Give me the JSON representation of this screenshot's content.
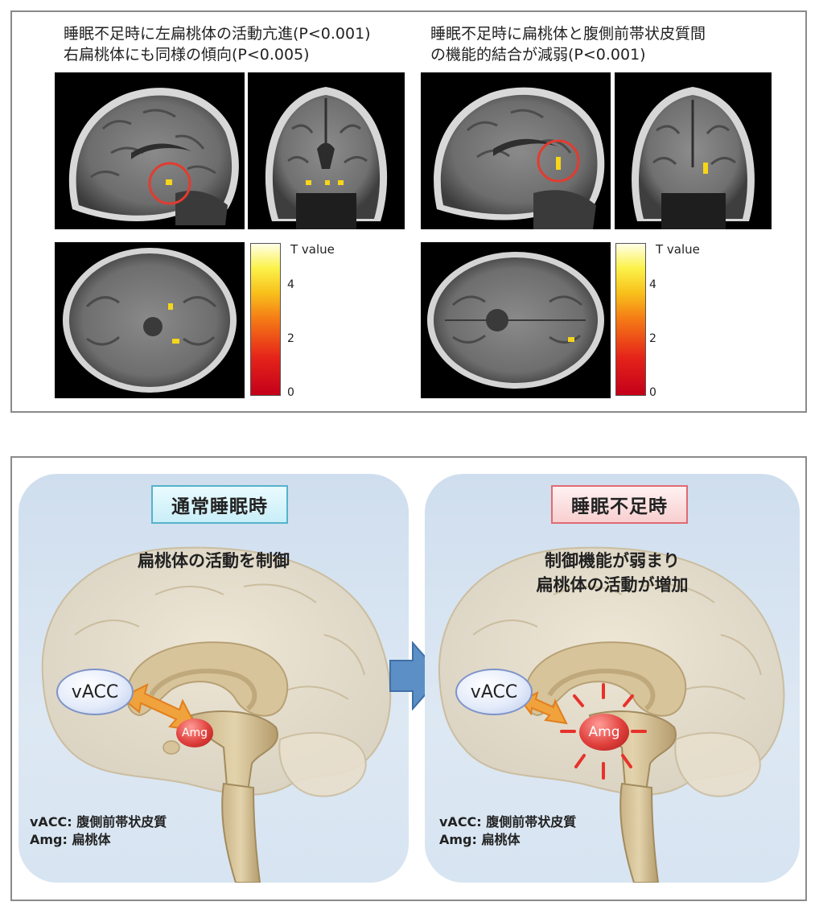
{
  "top": {
    "left_caption": [
      "睡眠不足時に左扁桃体の活動亢進(P<0.001)",
      "右扁桃体にも同様の傾向(P<0.005)"
    ],
    "right_caption": [
      "睡眠不足時に扁桃体と腹側前帯状皮質間",
      "の機能的結合が減弱(P<0.001)"
    ],
    "colorbar": {
      "title": "T value",
      "ticks": [
        "4",
        "2",
        "0"
      ]
    }
  },
  "bottom": {
    "normal": {
      "title": "通常睡眠時",
      "description": [
        "扁桃体の活動を制御"
      ],
      "vacc_label": "vACC",
      "amg_label": "Amg",
      "legend": {
        "vacc": "vACC:",
        "vacc_def": "腹側前帯状皮質",
        "amg": "Amg:",
        "amg_def": "扁桃体"
      }
    },
    "deprived": {
      "title": "睡眠不足時",
      "description": [
        "制御機能が弱まり",
        "扁桃体の活動が増加"
      ],
      "vacc_label": "vACC",
      "amg_label": "Amg",
      "legend": {
        "vacc": "vACC:",
        "vacc_def": "腹側前帯状皮質",
        "amg": "Amg:",
        "amg_def": "扁桃体"
      }
    }
  },
  "colors": {
    "arrow_orange": "#f0a23c",
    "arrow_blue": "#5b8fc6",
    "amg_red": "#e0403c",
    "ray_red": "#e8312b",
    "highlight_circle": "#e33b2f"
  }
}
